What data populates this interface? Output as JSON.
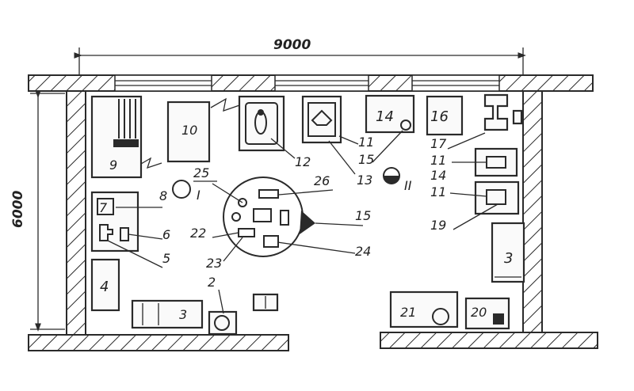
{
  "dimensions": {
    "width_label": "9000",
    "height_label": "6000"
  },
  "equipment_numbers": {
    "n2": "2",
    "n3_left": "3",
    "n3_right": "3",
    "n4": "4",
    "n5": "5",
    "n6": "6",
    "n7": "7",
    "n8": "8",
    "n9": "9",
    "n10": "10",
    "n11_a": "11",
    "n11_b": "11",
    "n11_c": "11",
    "n12": "12",
    "n13": "13",
    "n14_box": "14",
    "n14_label": "14",
    "n15_box": "15",
    "n15_label": "15",
    "n16": "16",
    "n17": "17",
    "n19": "19",
    "n20": "20",
    "n21": "21",
    "n22": "22",
    "n23": "23",
    "n24": "24",
    "n25": "25",
    "n26": "26"
  },
  "markers": {
    "roman_one": "I",
    "roman_two": "II"
  }
}
